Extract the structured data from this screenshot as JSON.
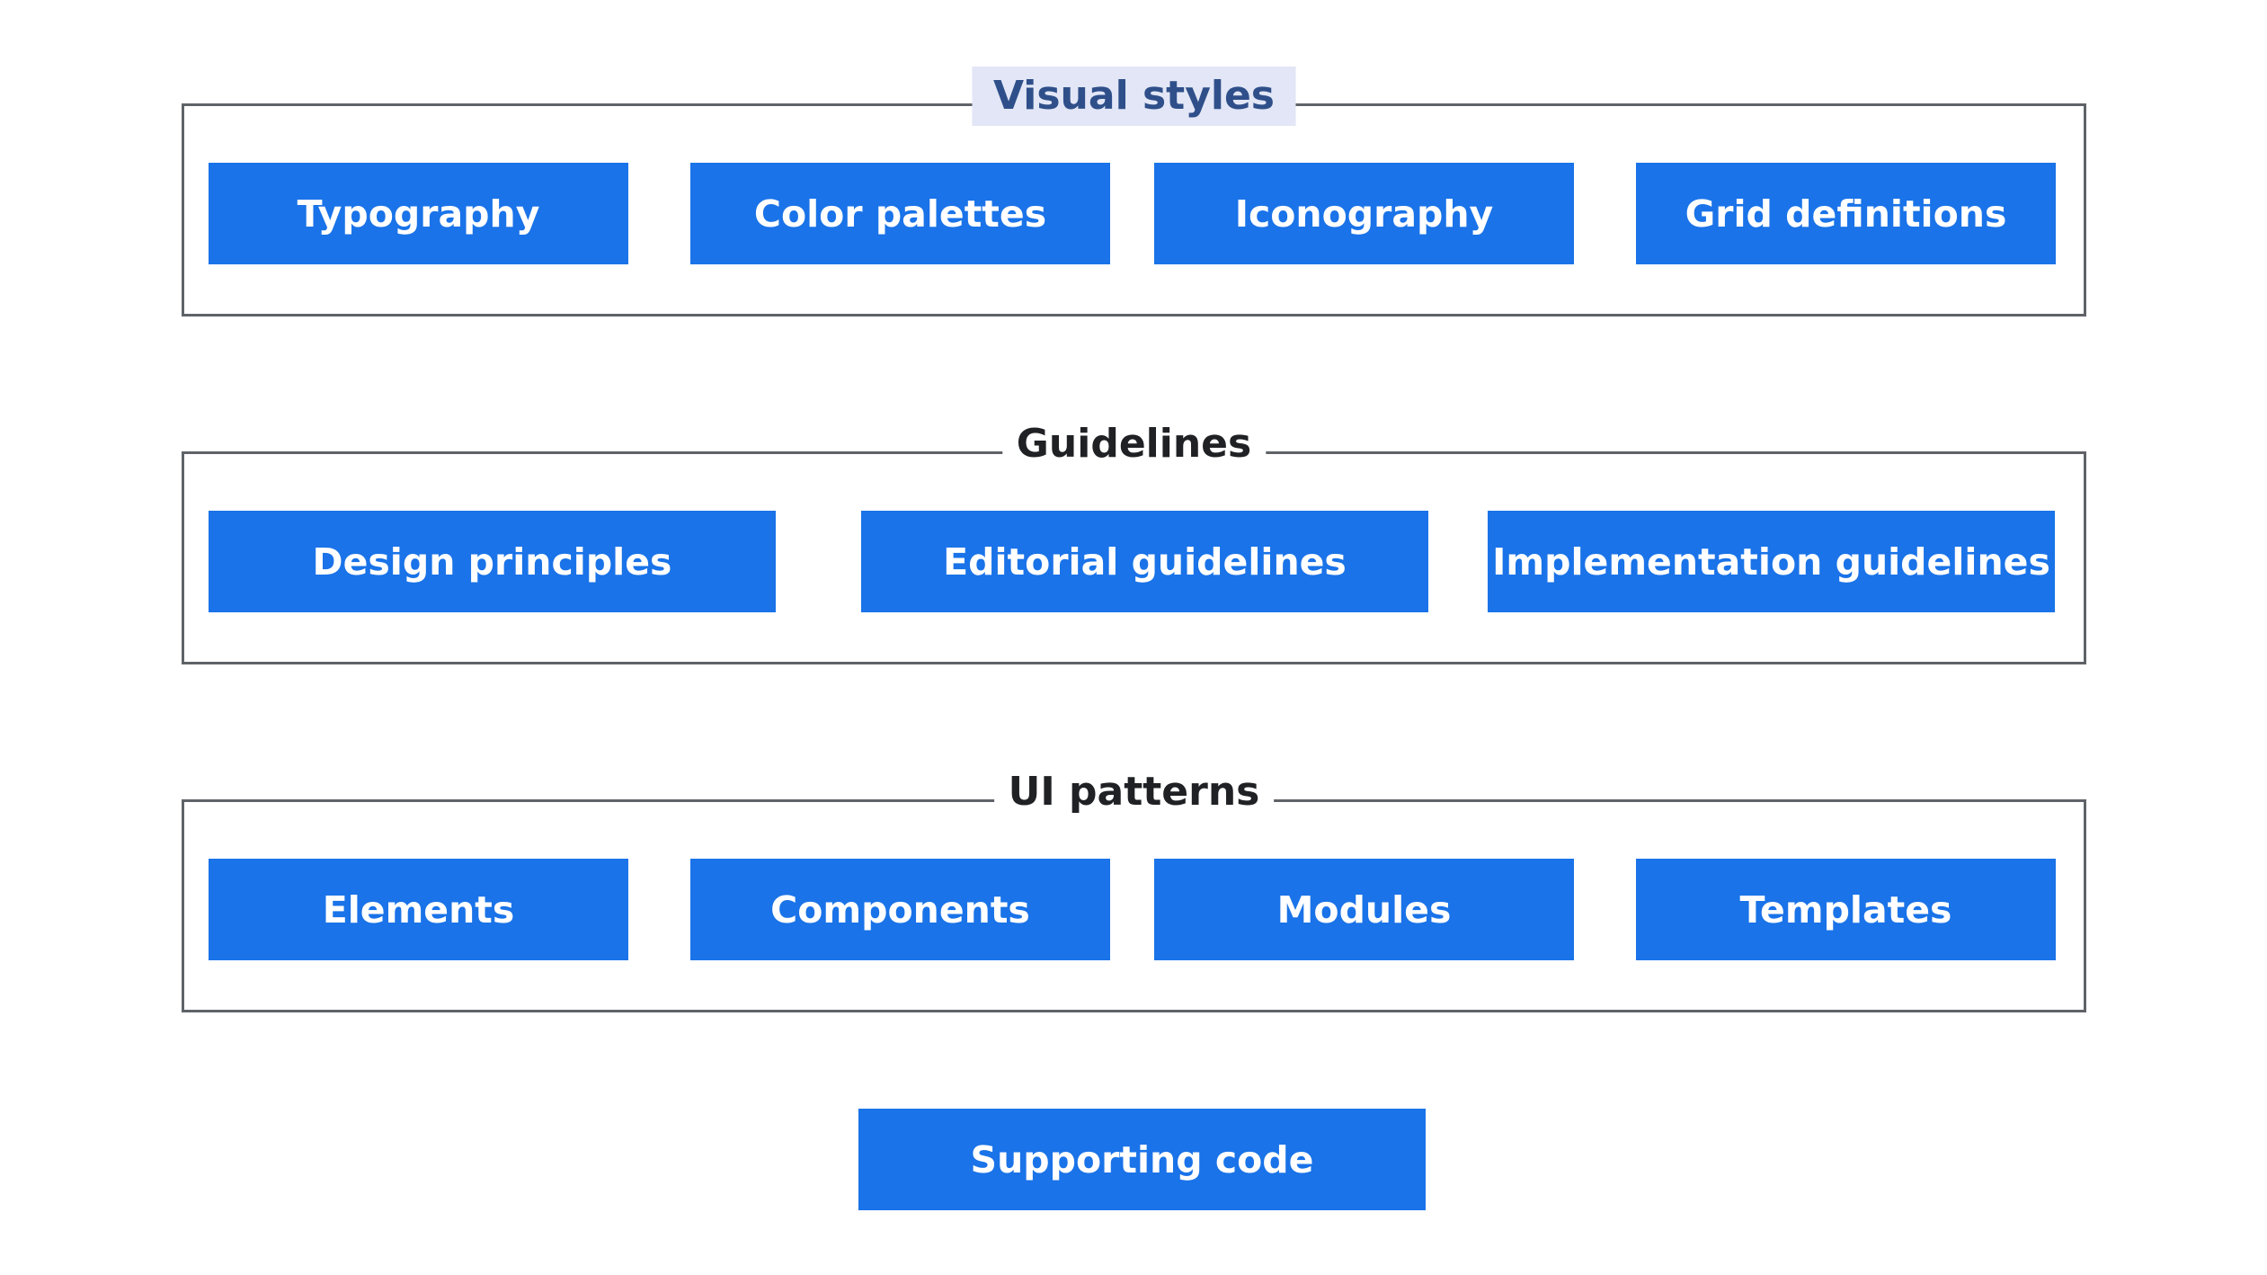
{
  "groups": [
    {
      "title": "Visual styles",
      "items": [
        "Typography",
        "Color palettes",
        "Iconography",
        "Grid definitions"
      ]
    },
    {
      "title": "Guidelines",
      "items": [
        "Design principles",
        "Editorial guidelines",
        "Implementation guidelines"
      ]
    },
    {
      "title": "UI patterns",
      "items": [
        "Elements",
        "Components",
        "Modules",
        "Templates"
      ]
    }
  ],
  "supporting": {
    "label": "Supporting code"
  },
  "colors": {
    "tile": "#1a73e8",
    "tile_text": "#ffffff",
    "frame": "#5f6368",
    "highlight_bg": "#e2e6f6",
    "highlight_text": "#2f4f8a"
  }
}
